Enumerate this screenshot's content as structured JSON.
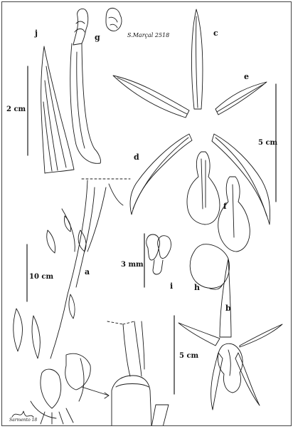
{
  "plate": {
    "collector_code": "S.Marçal 2518",
    "signature_text": "Sarmento 18"
  },
  "figure_labels": {
    "a": "a",
    "b": "b",
    "c": "c",
    "d": "d",
    "e": "e",
    "f": "f",
    "g": "g",
    "h": "h",
    "i": "i",
    "j": "j"
  },
  "scale_bars": {
    "two_cm": "2 cm",
    "five_cm_segments": "5 cm",
    "three_mm": "3 mm",
    "ten_cm": "10 cm",
    "five_cm_flower": "5 cm"
  },
  "colors": {
    "ink": "#1a1a1a",
    "border": "#444444"
  }
}
